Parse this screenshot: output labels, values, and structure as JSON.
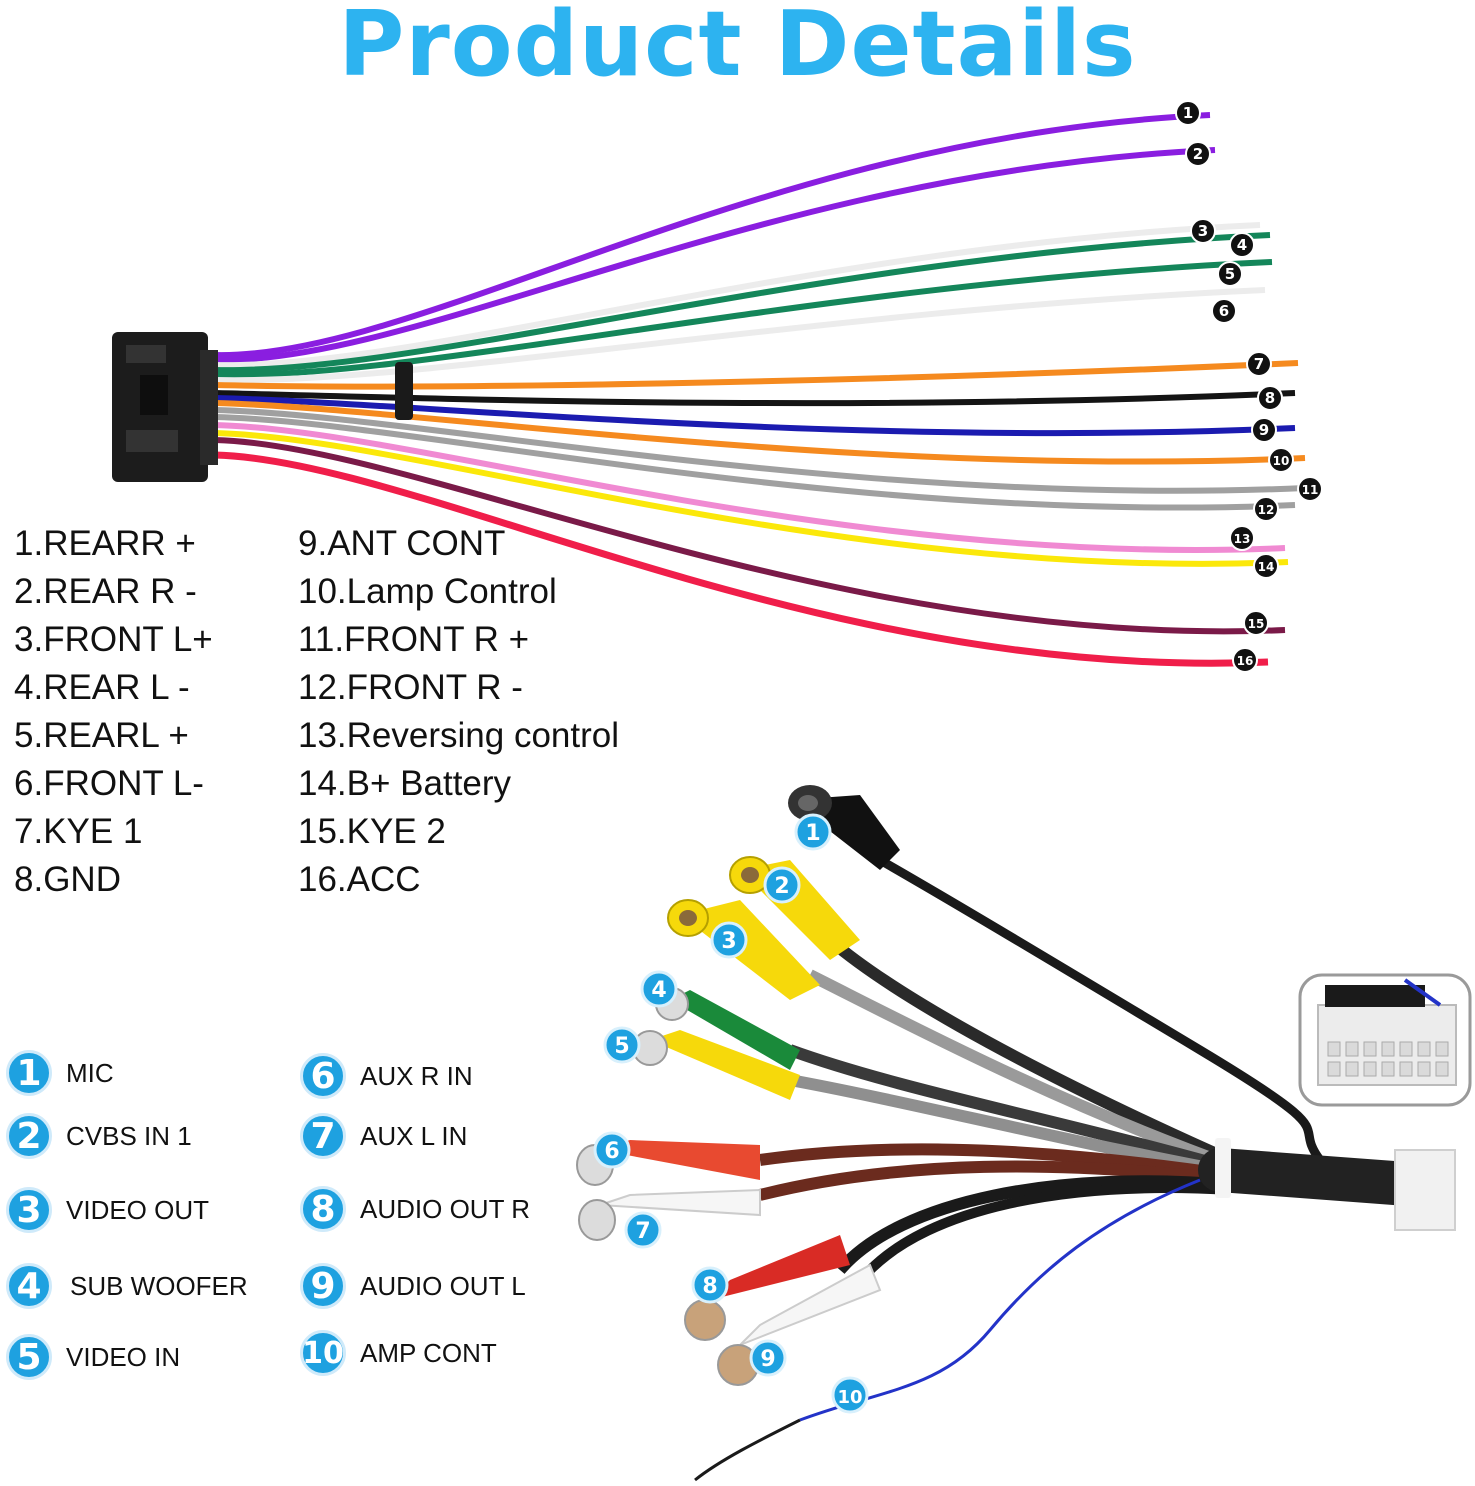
{
  "title": "Product Details",
  "harness_wires": [
    {
      "num": "1",
      "label": "1.REARR +",
      "color": "#8a1ee0"
    },
    {
      "num": "2",
      "label": "2.REAR R -",
      "color": "#8a1ee0"
    },
    {
      "num": "3",
      "label": "3.FRONT L+",
      "color": "#f2f2f2"
    },
    {
      "num": "4",
      "label": "4.REAR L -",
      "color": "#14865a"
    },
    {
      "num": "5",
      "label": "5.REARL +",
      "color": "#14865a"
    },
    {
      "num": "6",
      "label": "6.FRONT L-",
      "color": "#f2f2f2"
    },
    {
      "num": "7",
      "label": "7.KYE 1",
      "color": "#f58a1f"
    },
    {
      "num": "8",
      "label": "8.GND",
      "color": "#141414"
    },
    {
      "num": "9",
      "label": "9.ANT CONT",
      "color": "#1b1bb0"
    },
    {
      "num": "10",
      "label": "10.Lamp Control",
      "color": "#f58a1f"
    },
    {
      "num": "11",
      "label": "11.FRONT R +",
      "color": "#a0a0a0"
    },
    {
      "num": "12",
      "label": "12.FRONT R -",
      "color": "#a0a0a0"
    },
    {
      "num": "13",
      "label": "13.Reversing control",
      "color": "#f08ad2"
    },
    {
      "num": "14",
      "label": "14.B+ Battery",
      "color": "#fbe80a"
    },
    {
      "num": "15",
      "label": "15.KYE 2",
      "color": "#7a1a48"
    },
    {
      "num": "16",
      "label": "16.ACC",
      "color": "#f01e4a"
    }
  ],
  "rca_legend": [
    {
      "num": "1",
      "label": "MIC"
    },
    {
      "num": "2",
      "label": "CVBS IN 1"
    },
    {
      "num": "3",
      "label": "VIDEO OUT"
    },
    {
      "num": "4",
      "label": "SUB WOOFER"
    },
    {
      "num": "5",
      "label": "VIDEO IN"
    },
    {
      "num": "6",
      "label": "AUX R IN"
    },
    {
      "num": "7",
      "label": "AUX L IN"
    },
    {
      "num": "8",
      "label": "AUDIO OUT R"
    },
    {
      "num": "9",
      "label": "AUDIO OUT L"
    },
    {
      "num": "10",
      "label": "AMP CONT"
    }
  ],
  "colors": {
    "accent": "#2db3f0",
    "legend_badge": "#1ea1e0",
    "connector": "#1c1c1c"
  }
}
